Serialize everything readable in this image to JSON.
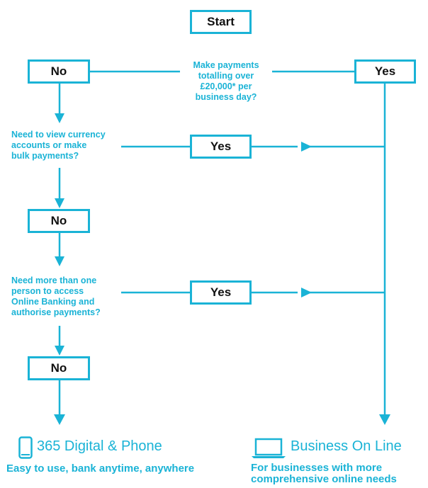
{
  "diagram": {
    "accent_color": "#1ab3d6",
    "nodes": {
      "start": "Start",
      "no_1": "No",
      "yes_1": "Yes",
      "yes_2": "Yes",
      "no_2": "No",
      "yes_3": "Yes",
      "no_3": "No"
    },
    "questions": {
      "q1": [
        "Make payments",
        "totalling over",
        "£20,000* per",
        "business day?"
      ],
      "q2": [
        "Need to view currency",
        "accounts or make",
        "bulk payments?"
      ],
      "q3": [
        "Need more than one",
        "person to access",
        "Online Banking and",
        "authorise payments?"
      ]
    },
    "outcomes": {
      "left": {
        "icon": "mobile-phone-icon",
        "title": "365 Digital & Phone",
        "subtitle": [
          "Easy to use, bank anytime, anywhere"
        ]
      },
      "right": {
        "icon": "laptop-icon",
        "title": "Business On Line",
        "subtitle": [
          "For businesses with more",
          "comprehensive online needs"
        ]
      }
    }
  }
}
